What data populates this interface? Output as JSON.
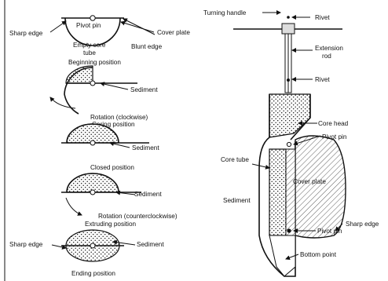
{
  "left_panel": {
    "labels": {
      "sharp_edge_top": "Sharp edge",
      "pivot_pin": "Pivot pin",
      "cover_plate": "Cover plate",
      "empty_core_tube": "Empty core",
      "empty_core_tube_2": "tube",
      "blunt_edge": "Blunt edge",
      "beginning_position": "Beginning position",
      "sediment_1": "Sediment",
      "rotation_clockwise": "Rotation (clockwise)",
      "coring_position": "Coring position",
      "sediment_2": "Sediment",
      "closed_position": "Closed position",
      "sediment_3": "Sediment",
      "rotation_counterclockwise": "Rotation (counterclockwise)",
      "extruding_position": "Extruding position",
      "sharp_edge_bottom": "Sharp edge",
      "sediment_4": "Sediment",
      "ending_position": "Ending position"
    }
  },
  "right_panel": {
    "labels": {
      "turning_handle": "Turning handle",
      "rivet_top": "Rivet",
      "extension_rod": "Extension",
      "extension_rod_2": "rod",
      "rivet_mid": "Rivet",
      "core_head": "Core head",
      "pivot_pin": "Pivot pin",
      "core_tube": "Core tube",
      "cover_plate": "Cover plate",
      "sediment": "Sediment",
      "sharp_edge": "Sharp edge",
      "pivot_pin_bottom": "Pivot pin",
      "bottom_point": "Bottom point"
    }
  }
}
